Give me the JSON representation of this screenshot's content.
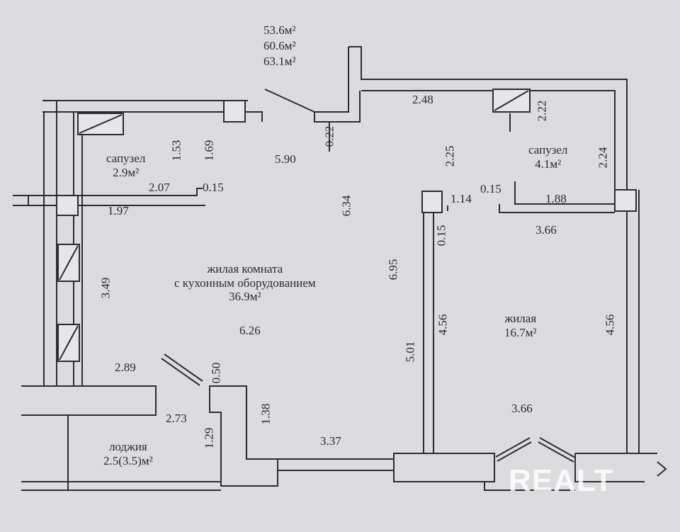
{
  "total_areas": [
    "53.6м²",
    "60.6м²",
    "63.1м²"
  ],
  "rooms": {
    "bathroom_left": {
      "name": "сапузел",
      "area": "2.9м²"
    },
    "bathroom_right": {
      "name": "сапузел",
      "area": "4.1м²"
    },
    "living_kitchen": {
      "line1": "жилая комната",
      "line2": "с кухонным оборудованием",
      "area": "36.9м²"
    },
    "bedroom": {
      "name": "жилая",
      "area": "16.7м²"
    },
    "loggia": {
      "name": "лоджия",
      "area": "2.5(3.5)м²"
    }
  },
  "dimensions": {
    "d_2_48": "2.48",
    "d_2_22": "2.22",
    "d_2_24": "2.24",
    "d_2_25": "2.25",
    "d_0_22": "0.22",
    "d_5_90": "5.90",
    "d_1_53": "1.53",
    "d_1_69": "1.69",
    "d_2_07": "2.07",
    "d_0_15_left": "0.15",
    "d_1_97": "1.97",
    "d_6_34": "6.34",
    "d_1_14": "1.14",
    "d_0_15_right": "0.15",
    "d_1_88": "1.88",
    "d_0_15_vert": "0.15",
    "d_3_66_top": "3.66",
    "d_3_49": "3.49",
    "d_6_95": "6.95",
    "d_6_26": "6.26",
    "d_4_56_left": "4.56",
    "d_4_56_right": "4.56",
    "d_5_01": "5.01",
    "d_2_89": "2.89",
    "d_0_50": "0.50",
    "d_2_73": "2.73",
    "d_1_38": "1.38",
    "d_1_29": "1.29",
    "d_3_37": "3.37",
    "d_3_66_bottom": "3.66"
  },
  "watermark": "REALT",
  "colors": {
    "background": "#dcdcdf",
    "line": "#2c2c33",
    "wall_fill": "#e6e6e8"
  }
}
